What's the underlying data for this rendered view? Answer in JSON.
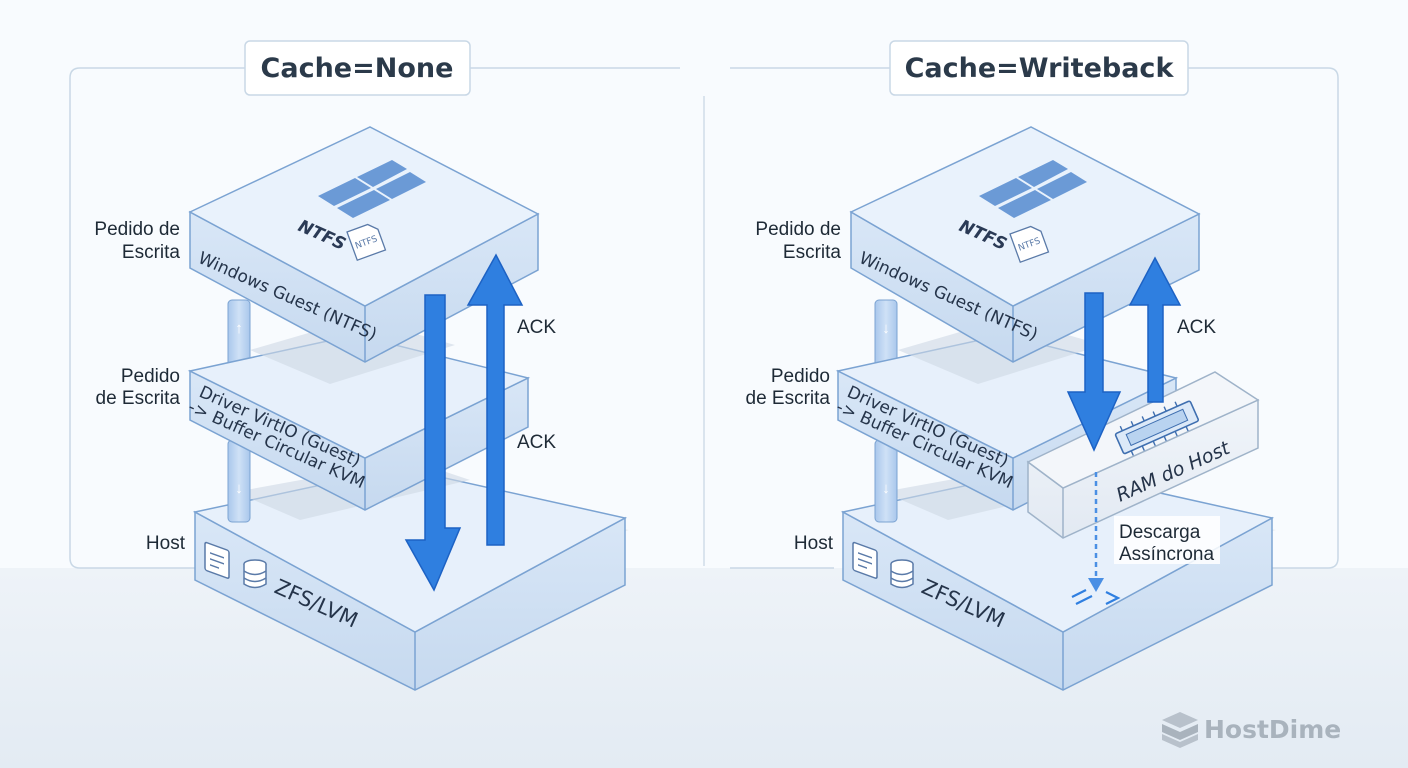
{
  "panels": [
    {
      "title": "Cache=None",
      "label_write_1": [
        "Pedido de",
        "Escrita"
      ],
      "label_write_2": [
        "Pedido",
        "de Escrita"
      ],
      "label_host": "Host",
      "slab_top": "Windows Guest (NTFS)",
      "slab_mid": [
        "Driver VirtIO (Guest)",
        "-> Buffer Circular KVM"
      ],
      "slab_bottom": "ZFS/LVM",
      "ntfs_text": "NTFS",
      "ntfs_file": "NTFS",
      "ack_labels": [
        "ACK",
        "ACK"
      ]
    },
    {
      "title": "Cache=Writeback",
      "label_write_1": [
        "Pedido de",
        "Escrita"
      ],
      "label_write_2": [
        "Pedido",
        "de Escrita"
      ],
      "label_host": "Host",
      "slab_top": "Windows Guest (NTFS)",
      "slab_mid": [
        "Driver VirtIO (Guest)",
        "-> Buffer Circular KVM"
      ],
      "slab_bottom": "ZFS/LVM",
      "ntfs_text": "NTFS",
      "ntfs_file": "NTFS",
      "ack_labels": [
        "ACK"
      ],
      "ram_label": "RAM do Host",
      "async_label": [
        "Descarga",
        "Assíncrona"
      ]
    }
  ],
  "brand": "HostDime",
  "colors": {
    "slab_top": "#e6f0fb",
    "slab_side": "#d2e2f5",
    "slab_border": "#7ba3d2",
    "arrow": "#2f7fe0",
    "arrow_dark": "#1d62c4",
    "pillar": "#b9d3f0",
    "windows": "#6b9ad6",
    "frame": "#c9d8e6",
    "floor": "#eef3f8"
  }
}
